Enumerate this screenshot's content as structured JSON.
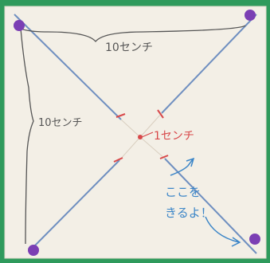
{
  "annotations": {
    "top_length": "10センチ",
    "left_length": "10センチ",
    "center_gap": "1センチ",
    "cut_note_line1": "ここを",
    "cut_note_line2": "きるよ！"
  },
  "colors": {
    "background": "#2f9a5c",
    "paper": "#f3efe6",
    "fold_line": "#6f8fc0",
    "cut_mark": "#d8484a",
    "marker_dot": "#7b3fb4",
    "note_text": "#3c86c8",
    "pencil": "#555555"
  },
  "icons": {
    "corner_markers": "purple-dot-icon",
    "center_point": "red-dot-icon",
    "arrow": "curved-arrow-icon"
  }
}
